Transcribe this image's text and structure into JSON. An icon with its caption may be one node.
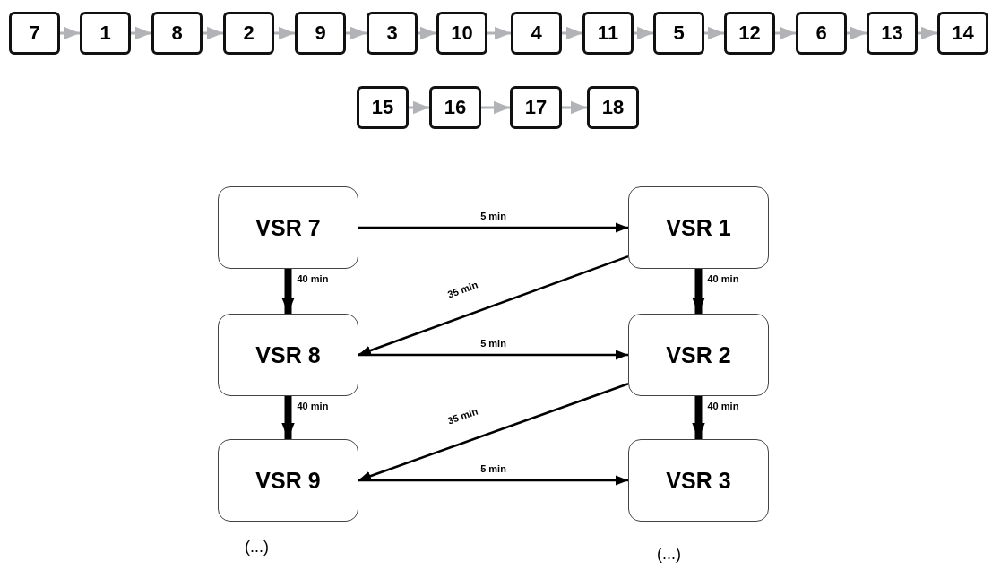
{
  "diagram": {
    "nodes": [
      {
        "text": [
          "7"
        ]
      },
      {
        "text": [
          "1"
        ]
      },
      {
        "text": [
          "8"
        ]
      },
      {
        "text": [
          "2"
        ]
      },
      {
        "text": [
          "9"
        ]
      },
      {
        "text": [
          "3"
        ]
      },
      {
        "text": [
          "10"
        ]
      },
      {
        "text": [
          "4"
        ]
      },
      {
        "text": [
          "11"
        ]
      },
      {
        "text": [
          "5"
        ]
      },
      {
        "text": [
          "12"
        ]
      },
      {
        "text": [
          "6"
        ]
      },
      {
        "text": [
          "13"
        ]
      },
      {
        "text": [
          "14"
        ]
      },
      {
        "text": [
          "15"
        ]
      },
      {
        "text": [
          "16"
        ]
      },
      {
        "text": [
          "17"
        ]
      },
      {
        "text": [
          "18"
        ]
      },
      {
        "text": [
          "VSR 7"
        ]
      },
      {
        "text": [
          "VSR 1"
        ]
      },
      {
        "text": [
          "VSR 8"
        ]
      },
      {
        "text": [
          "VSR 2"
        ]
      },
      {
        "text": [
          "VSR 9"
        ]
      },
      {
        "text": [
          "VSR 3"
        ]
      }
    ],
    "edges": [
      {
        "from": 0,
        "to": 1,
        "arrow": "to"
      },
      {
        "from": 1,
        "to": 2,
        "arrow": "to"
      },
      {
        "from": 2,
        "to": 3,
        "arrow": "to"
      },
      {
        "from": 3,
        "to": 4,
        "arrow": "to"
      },
      {
        "from": 4,
        "to": 5,
        "arrow": "to"
      },
      {
        "from": 5,
        "to": 6,
        "arrow": "to"
      },
      {
        "from": 6,
        "to": 7,
        "arrow": "to"
      },
      {
        "from": 7,
        "to": 8,
        "arrow": "to"
      },
      {
        "from": 8,
        "to": 9,
        "arrow": "to"
      },
      {
        "from": 9,
        "to": 10,
        "arrow": "to"
      },
      {
        "from": 10,
        "to": 11,
        "arrow": "to"
      },
      {
        "from": 11,
        "to": 12,
        "arrow": "to"
      },
      {
        "from": 12,
        "to": 13,
        "arrow": "to"
      },
      {
        "from": 14,
        "to": 15,
        "arrow": "to"
      },
      {
        "from": 15,
        "to": 16,
        "arrow": "to"
      },
      {
        "from": 16,
        "to": 17,
        "arrow": "to"
      },
      {
        "from": 18,
        "to": 19,
        "arrow": "to",
        "label": "5 min",
        "color": "#000000"
      },
      {
        "from": 18,
        "to": 20,
        "arrow": "to",
        "label": "40 min",
        "style": "thick",
        "color": "#000000"
      },
      {
        "from": 19,
        "to": 21,
        "arrow": "to",
        "label": "40 min",
        "style": "thick",
        "color": "#000000"
      },
      {
        "from": 19,
        "to": 20,
        "arrow": "to",
        "label": "35 min",
        "color": "#000000"
      },
      {
        "from": 20,
        "to": 21,
        "arrow": "to",
        "label": "5 min",
        "color": "#000000"
      },
      {
        "from": 20,
        "to": 22,
        "arrow": "to",
        "label": "40 min",
        "style": "thick",
        "color": "#000000"
      },
      {
        "from": 21,
        "to": 23,
        "arrow": "to",
        "label": "40 min",
        "style": "thick",
        "color": "#000000"
      },
      {
        "from": 21,
        "to": 22,
        "arrow": "to",
        "label": "35 min",
        "color": "#000000"
      },
      {
        "from": 22,
        "to": 23,
        "arrow": "to",
        "label": "5 min",
        "color": "#000000"
      }
    ],
    "labels": [
      "(...)",
      "(...)"
    ]
  }
}
